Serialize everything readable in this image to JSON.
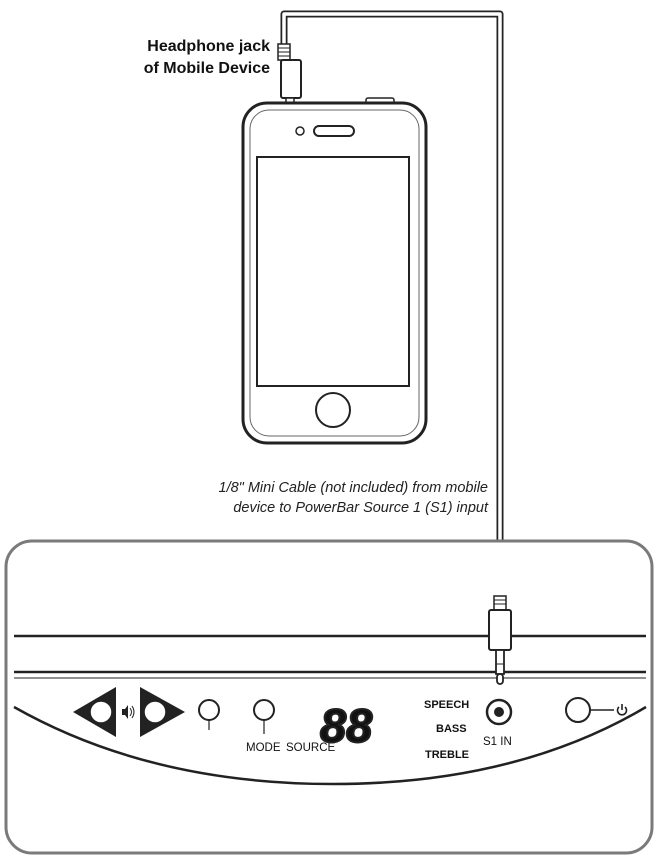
{
  "headphone_label": {
    "line1": "Headphone jack",
    "line2": "of Mobile Device"
  },
  "cable_caption": {
    "line1": "1/8\" Mini Cable (not included) from mobile",
    "line2": "device to PowerBar Source 1 (S1) input"
  },
  "panel": {
    "mode_label": "MODE",
    "source_label": "SOURCE",
    "display_digits": "88",
    "speech_label": "SPEECH",
    "bass_label": "BASS",
    "treble_label": "TREBLE",
    "s1_label": "S1 IN"
  }
}
